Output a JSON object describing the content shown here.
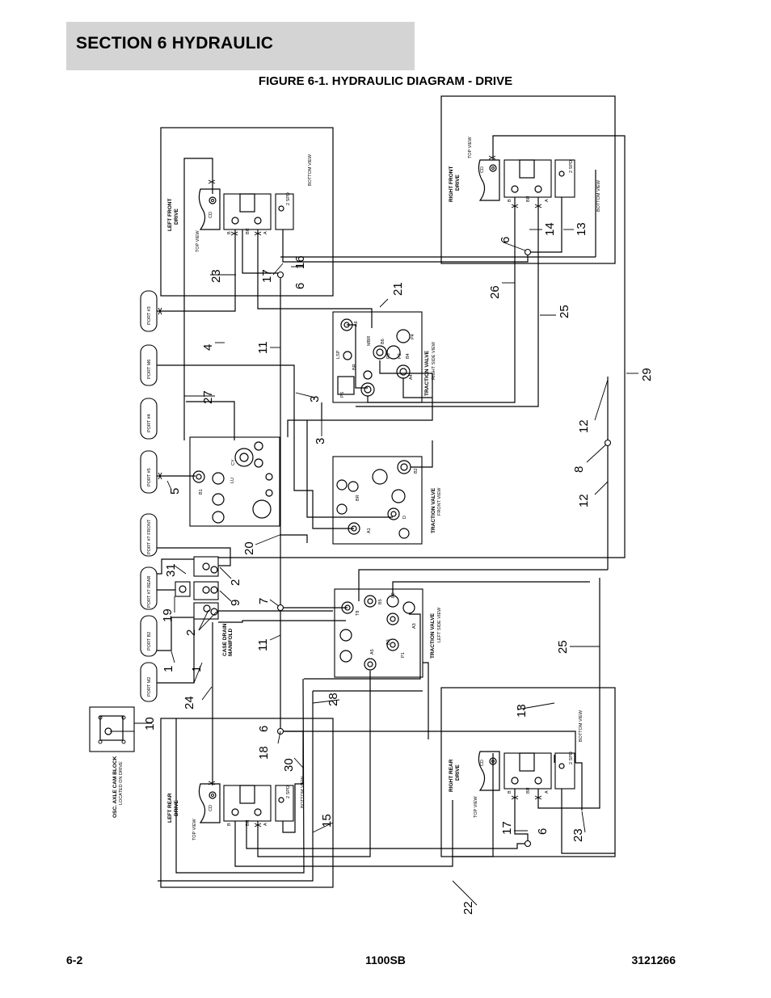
{
  "header": {
    "section_title": "SECTION 6   HYDRAULIC"
  },
  "figure": {
    "title": "FIGURE 6-1. HYDRAULIC DIAGRAM - DRIVE"
  },
  "footer": {
    "page": "6-2",
    "model": "1100SB",
    "doc_number": "3121266"
  },
  "diagram": {
    "drives": {
      "left_front": {
        "title": "LEFT FRONT",
        "sub": "DRIVE",
        "top_view": "TOP VIEW",
        "bottom_view": "BOTTOM VIEW",
        "cd": "CD",
        "spd": "2 SPD",
        "b": "B",
        "br": "BR",
        "a": "A"
      },
      "right_front": {
        "title": "RIGHT FRONT",
        "sub": "DRIVE",
        "top_view": "TOP VIEW",
        "bottom_view": "BOTTOM VIEW",
        "cd": "CD",
        "spd": "2 SPD",
        "b": "B",
        "br": "BR",
        "a": "A"
      },
      "left_rear": {
        "title": "LEFT REAR",
        "sub": "DRIVE",
        "top_view": "TOP VIEW",
        "bottom_view": "BOTTOM VIEW",
        "cd": "CD",
        "spd": "2 SPD",
        "b": "B",
        "br": "BR",
        "a": "A"
      },
      "right_rear": {
        "title": "RIGHT REAR",
        "sub": "DRIVE",
        "top_view": "TOP VIEW",
        "bottom_view": "BOTTOM VIEW",
        "cd": "CD",
        "spd": "2 SPD",
        "b": "B",
        "br": "BR",
        "a": "A"
      }
    },
    "valves": {
      "right": {
        "title": "TRACTION VALVE",
        "sub": "RIGHT SIDE VIEW",
        "ports": [
          "A6",
          "MBR",
          "B6",
          "LSP",
          "P3",
          "B4",
          "P2",
          "A4",
          "P4",
          "BR",
          "PS"
        ]
      },
      "front": {
        "title": "TRACTION VALVE",
        "sub": "FRONT VIEW",
        "ports": [
          "B2",
          "BR",
          "D",
          "A1"
        ]
      },
      "left": {
        "title": "TRACTION VALVE",
        "sub": "LEFT SIDE VIEW",
        "ports": [
          "T8",
          "B5",
          "P2",
          "A3",
          "A5",
          "B3",
          "P1"
        ]
      }
    },
    "manifold": {
      "ports": [
        "CY",
        "B1",
        "LU"
      ]
    },
    "case_drain": {
      "title": "CASE DRAIN",
      "sub": "MANIFOLD"
    },
    "cam_block": {
      "title": "OSC. AXLE CAM BLOCK",
      "sub": "LOCATED ON DRIVE"
    },
    "pump_ports": [
      "PORT #3",
      "PORT M6",
      "PORT #4",
      "PORT #5",
      "PORT #7 FRONT",
      "PORT #7 REAR",
      "PORT B2",
      "PORT M2"
    ],
    "callouts": [
      "1",
      "1",
      "2",
      "2",
      "3",
      "3",
      "4",
      "5",
      "6",
      "6",
      "6",
      "6",
      "7",
      "8",
      "9",
      "10",
      "11",
      "11",
      "12",
      "12",
      "13",
      "13",
      "14",
      "15",
      "16",
      "17",
      "17",
      "18",
      "19",
      "20",
      "21",
      "22",
      "23",
      "23",
      "24",
      "25",
      "25",
      "26",
      "27",
      "28",
      "29",
      "30",
      "31"
    ]
  }
}
